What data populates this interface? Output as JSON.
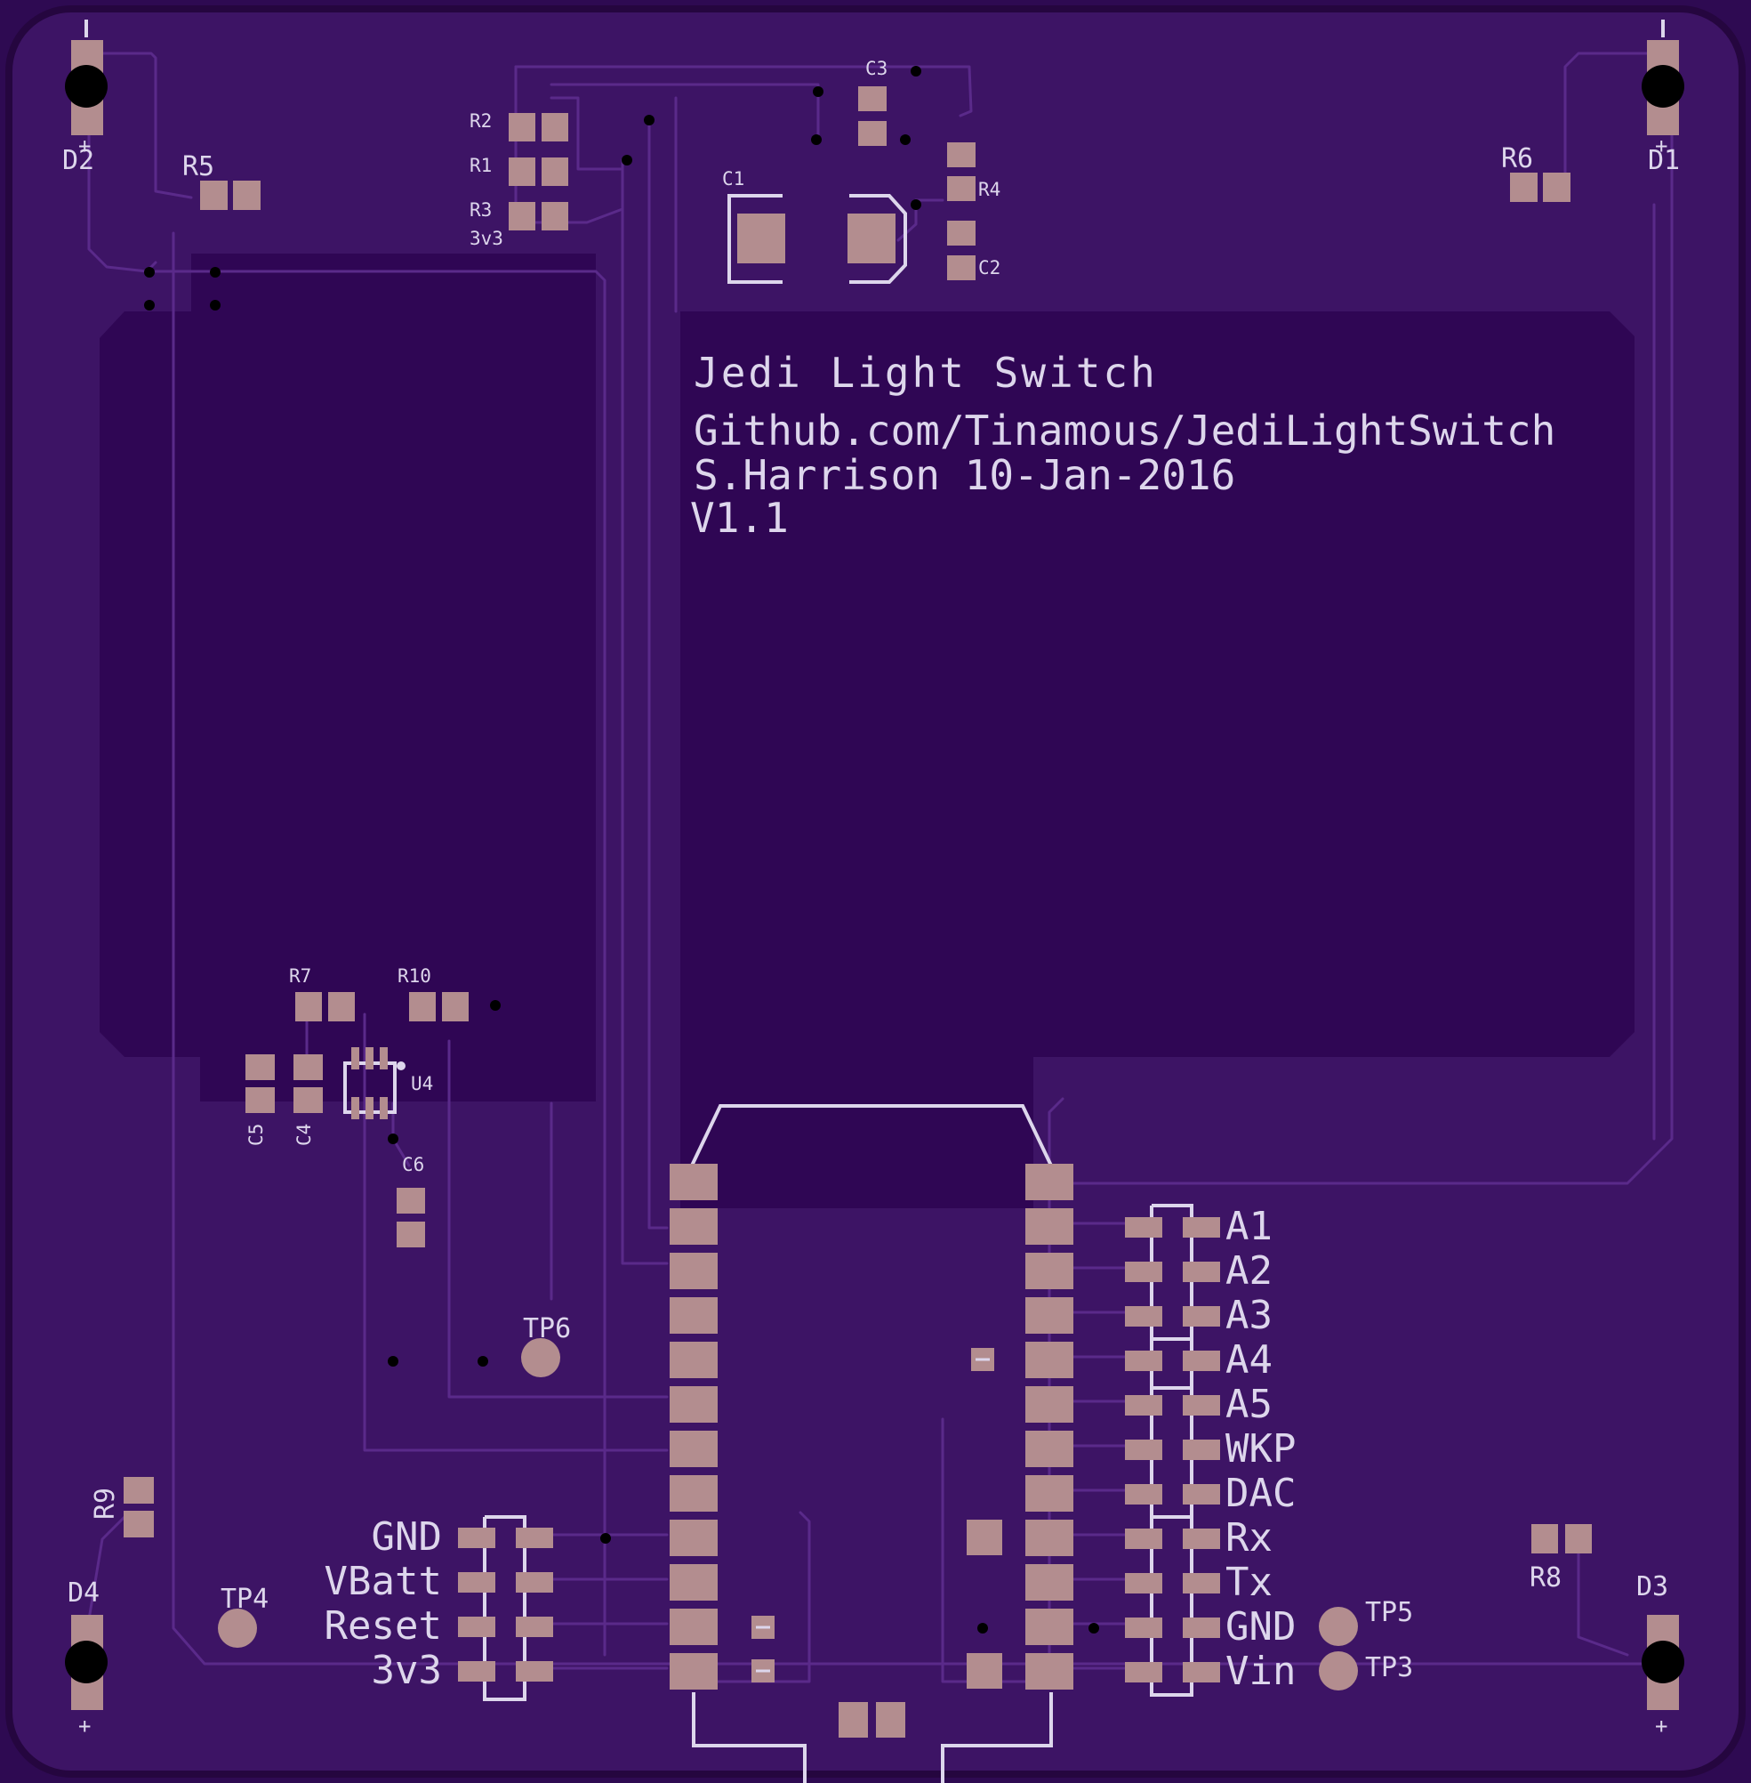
{
  "board": {
    "colors": {
      "background": "#2e0a52",
      "board": "#3d1465",
      "pour": "#2f0654",
      "trace": "#5a2a8a",
      "pad": "#b38d8f",
      "silkscreen": "#ddd6ec",
      "via": "#000000"
    },
    "title_block": {
      "title": "Jedi Light Switch",
      "url": "Github.com/Tinamous/JediLightSwitch",
      "author_date": "S.Harrison 10-Jan-2016",
      "version": "V1.1"
    },
    "ref_labels": {
      "D1": "D1",
      "D2": "D2",
      "D3": "D3",
      "D4": "D4",
      "R1": "R1",
      "R2": "R2",
      "R3": "R3",
      "R4": "R4",
      "R5": "R5",
      "R6": "R6",
      "R7": "R7",
      "R8": "R8",
      "R9": "R9",
      "R10": "R10",
      "C1": "C1",
      "C2": "C2",
      "C3": "C3",
      "C4": "C4",
      "C5": "C5",
      "C6": "C6",
      "U4": "U4",
      "label_3v3": "3v3",
      "TP3": "TP3",
      "TP4": "TP4",
      "TP5": "TP5",
      "TP6": "TP6"
    },
    "led_polarity": "+",
    "left_header_labels": [
      "GND",
      "VBatt",
      "Reset",
      "3v3"
    ],
    "right_header_labels": [
      "A1",
      "A2",
      "A3",
      "A4",
      "A5",
      "WKP",
      "DAC",
      "Rx",
      "Tx",
      "GND",
      "Vin"
    ]
  }
}
